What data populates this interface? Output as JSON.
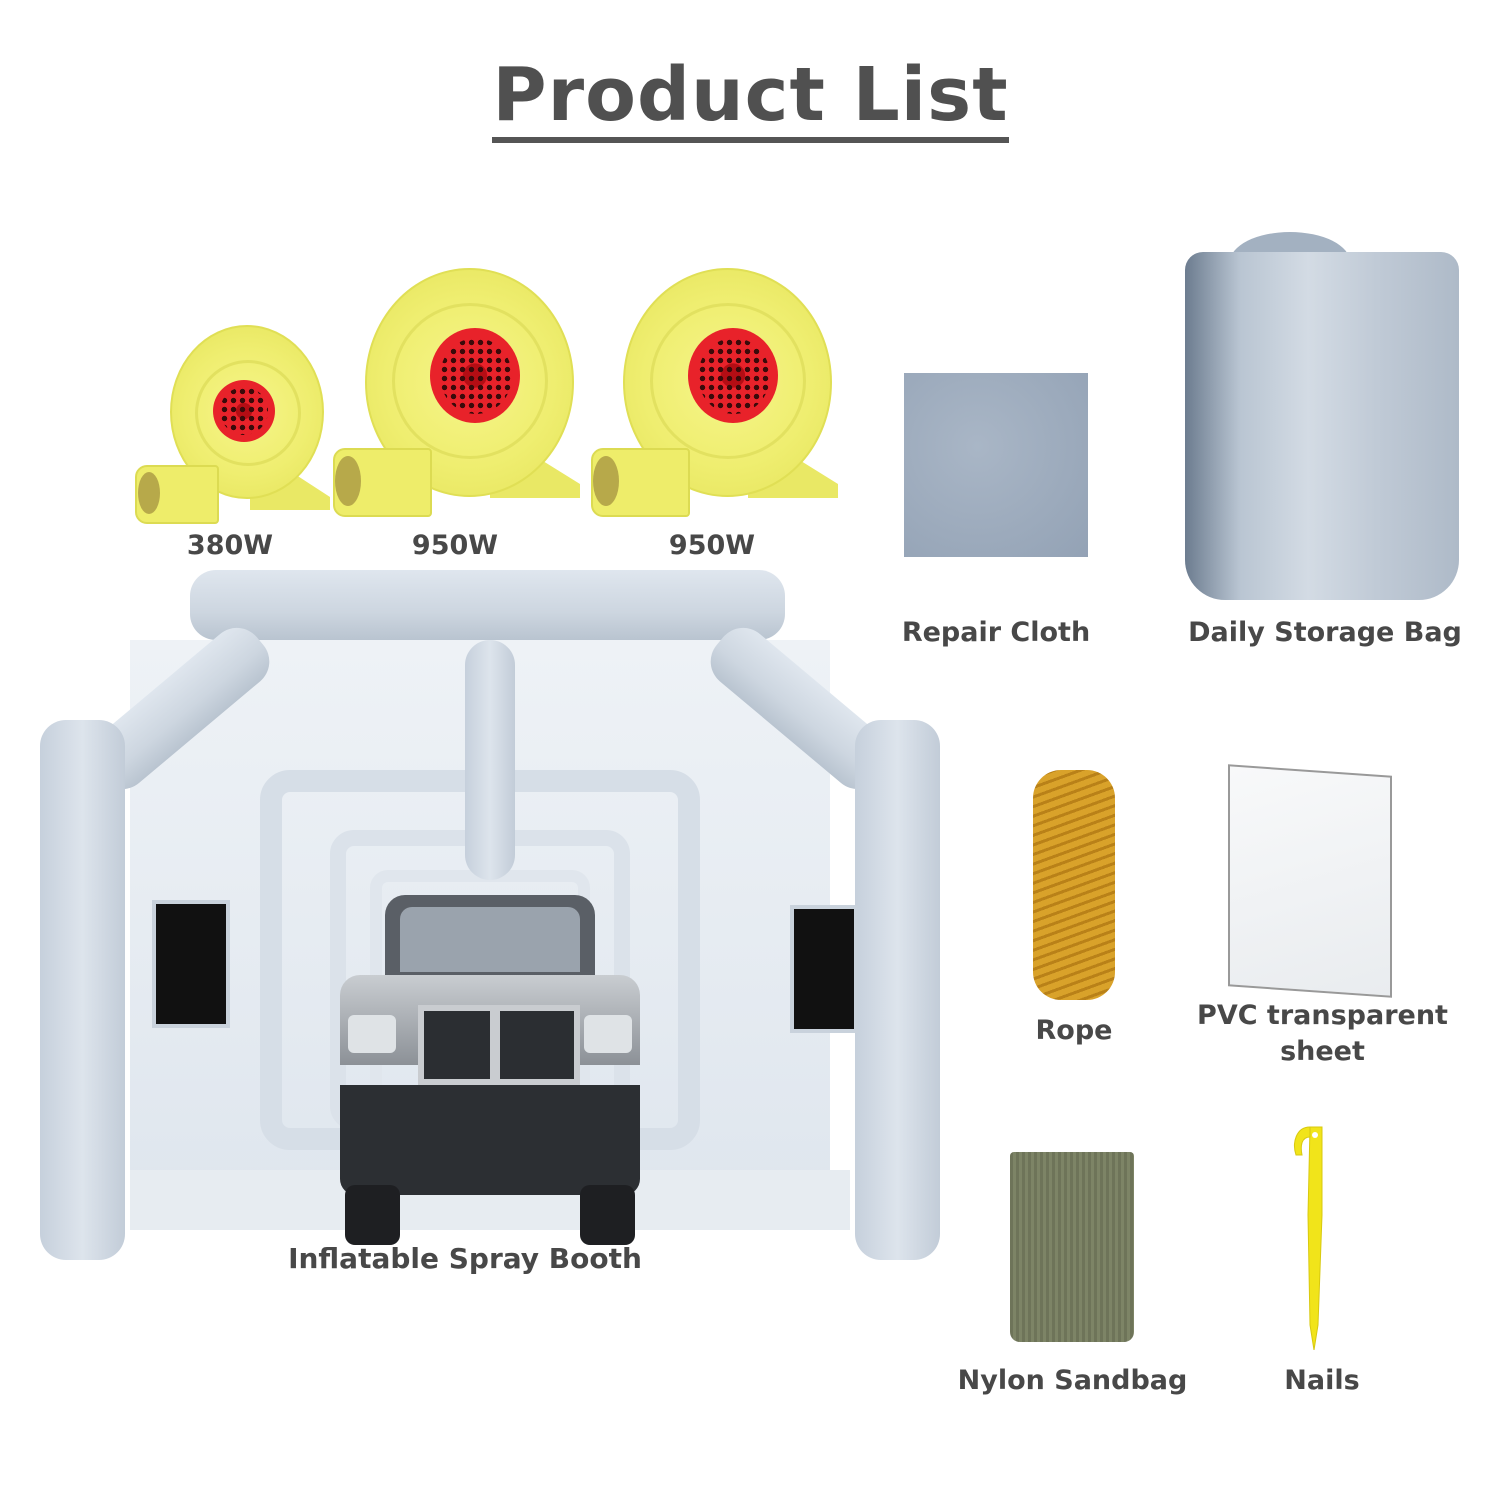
{
  "title": "Product List",
  "colors": {
    "text": "#4a4a4a",
    "blower_body": "#efee70",
    "blower_fan": "#e8222a",
    "booth": "#d3dbe4",
    "repair_cloth": "#9eacbd",
    "rope": "#d9a22a",
    "sandbag": "#767c60",
    "nail": "#f1e41a"
  },
  "blowers": [
    {
      "label": "380W",
      "icon": "blower-icon"
    },
    {
      "label": "950W",
      "icon": "blower-icon"
    },
    {
      "label": "950W",
      "icon": "blower-icon"
    }
  ],
  "items": {
    "booth": {
      "label": "Inflatable Spray Booth"
    },
    "repair_cloth": {
      "label": "Repair Cloth"
    },
    "storage_bag": {
      "label": "Daily Storage Bag"
    },
    "rope": {
      "label": "Rope"
    },
    "pvc_sheet": {
      "label_line1": "PVC transparent",
      "label_line2": "sheet"
    },
    "sandbag": {
      "label": "Nylon Sandbag"
    },
    "nails": {
      "label": "Nails"
    }
  }
}
